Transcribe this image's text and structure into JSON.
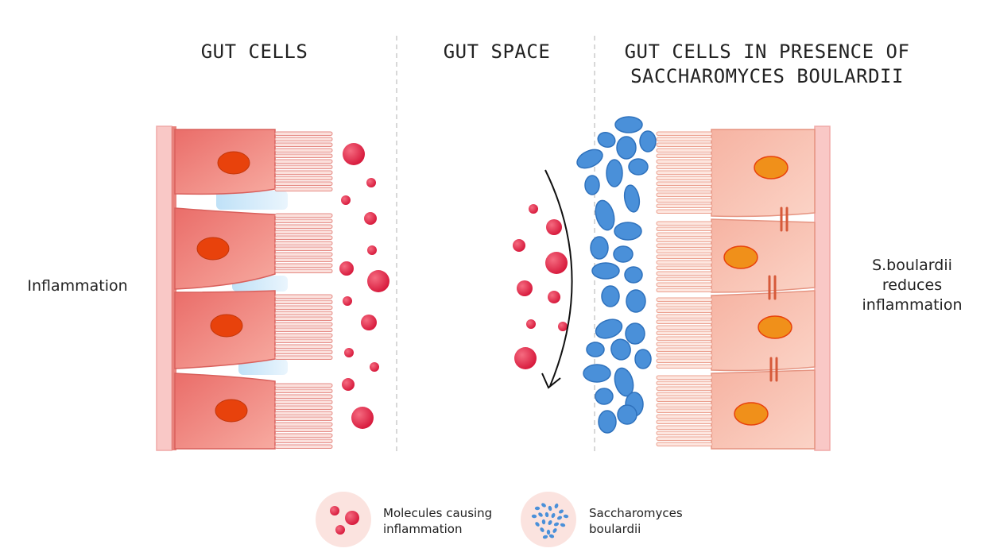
{
  "headings": {
    "gut_cells": "GUT CELLS",
    "gut_space": "GUT SPACE",
    "gut_cells_presence_line1": "GUT CELLS IN PRESENCE OF",
    "gut_cells_presence_line2": "SACCHAROMYCES BOULARDII"
  },
  "labels": {
    "left": "Inflammation",
    "right_line1": "S.boulardii",
    "right_line2": "reduces",
    "right_line3": "inflammation"
  },
  "legend": {
    "molecules_line1": "Molecules causing",
    "molecules_line2": "inflammation",
    "yeast_line1": "Saccharomyces",
    "yeast_line2": "boulardii"
  },
  "colors": {
    "inflamed_cell": "#f08a82",
    "healthy_cell": "#f9c3b5",
    "membrane": "#f7c6c4",
    "molecule": "#e0304a",
    "yeast": "#4a90d9",
    "nucleus_inflamed": "#e8420c",
    "nucleus_healthy": "#f0901a"
  },
  "icons": {
    "molecules_legend": "molecule-cluster-icon",
    "yeast_legend": "yeast-cluster-icon",
    "flow_arrow": "curved-arrow-icon"
  }
}
